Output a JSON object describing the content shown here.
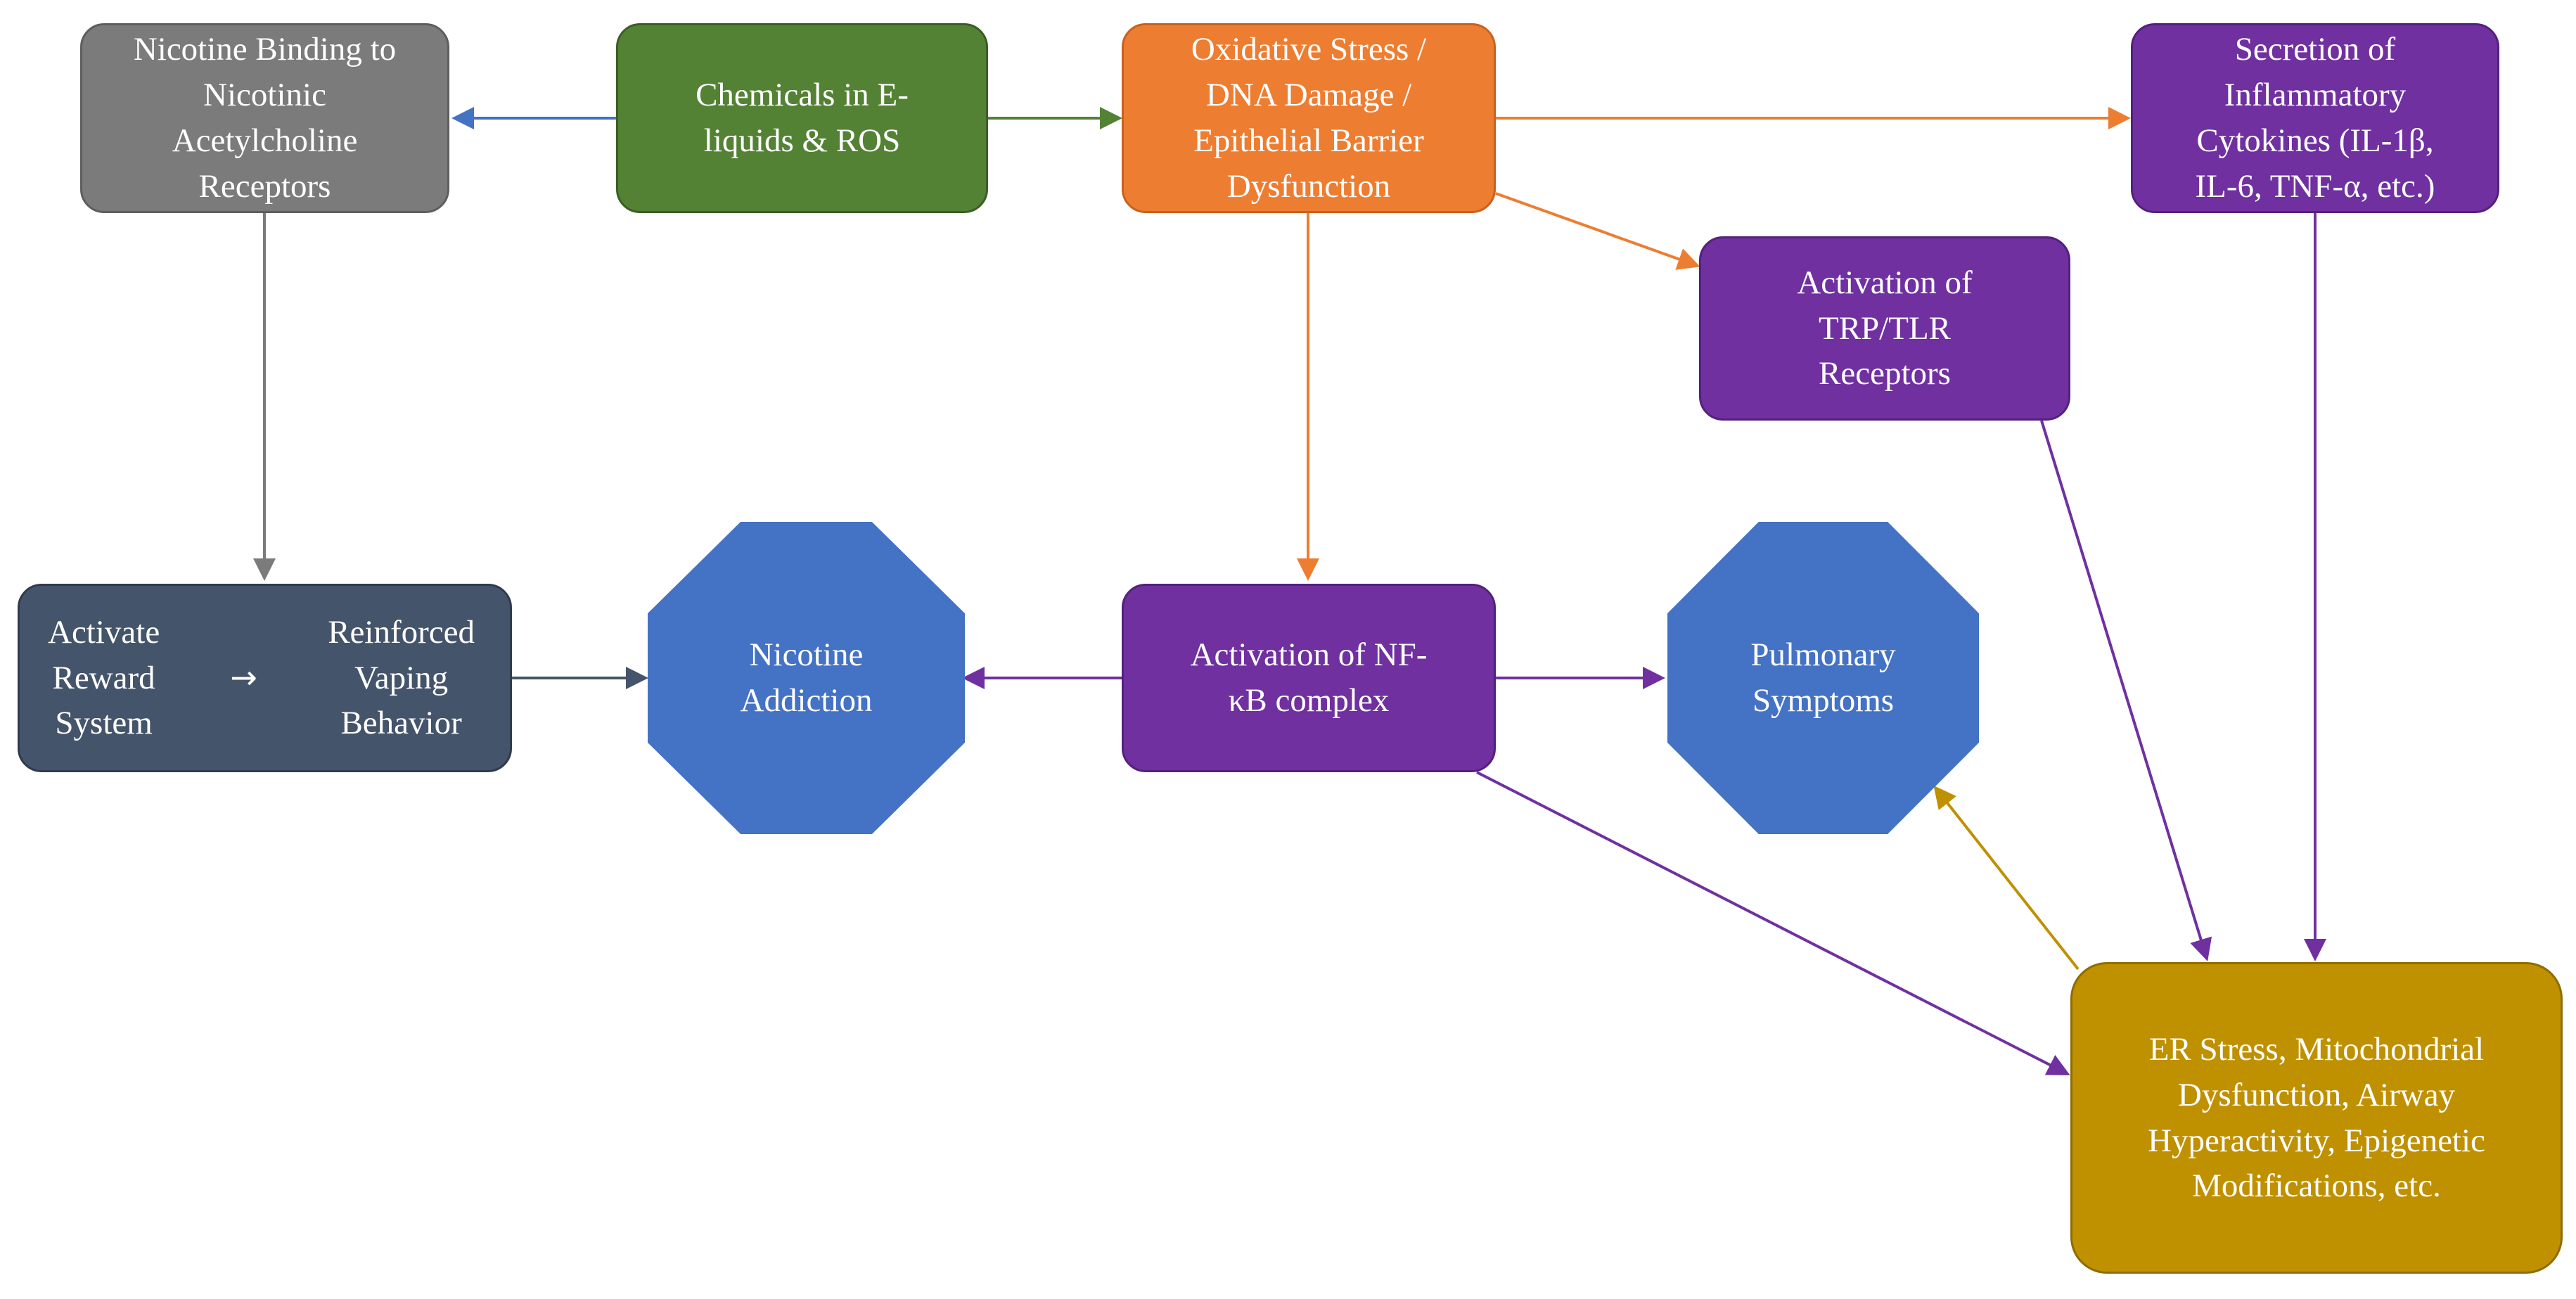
{
  "nodes": {
    "nicotine_binding": "Nicotine Binding to\nNicotinic\nAcetylcholine\nReceptors",
    "chemicals": "Chemicals in E-\nliquids & ROS",
    "oxidative_stress": "Oxidative Stress /\nDNA Damage /\nEpithelial Barrier\nDysfunction",
    "cytokines": "Secretion of\nInflammatory\nCytokines (IL-1β,\nIL-6, TNF-α, etc.)",
    "trp_tlr": "Activation of\nTRP/TLR\nReceptors",
    "reward_left": "Activate\nReward\nSystem",
    "reward_arrow": "→",
    "reward_right": "Reinforced\nVaping\nBehavior",
    "nicotine_addiction": "Nicotine\nAddiction",
    "nfkb": "Activation of NF-\nκB complex",
    "pulmonary": "Pulmonary\nSymptoms",
    "er_stress": "ER Stress, Mitochondrial\nDysfunction, Airway\nHyperactivity, Epigenetic\nModifications, etc."
  },
  "colors": {
    "grey": "#7b7b7b",
    "green": "#548235",
    "orange": "#ed7d31",
    "purple": "#7030a0",
    "slate": "#44546a",
    "blue": "#4472c4",
    "gold": "#bf9000",
    "edge_blue": "#4472c4",
    "edge_green": "#548235",
    "edge_orange": "#ed7d31",
    "edge_grey": "#7b7b7b",
    "edge_slate": "#44546a",
    "edge_purple": "#7030a0",
    "edge_gold": "#bf9000"
  }
}
